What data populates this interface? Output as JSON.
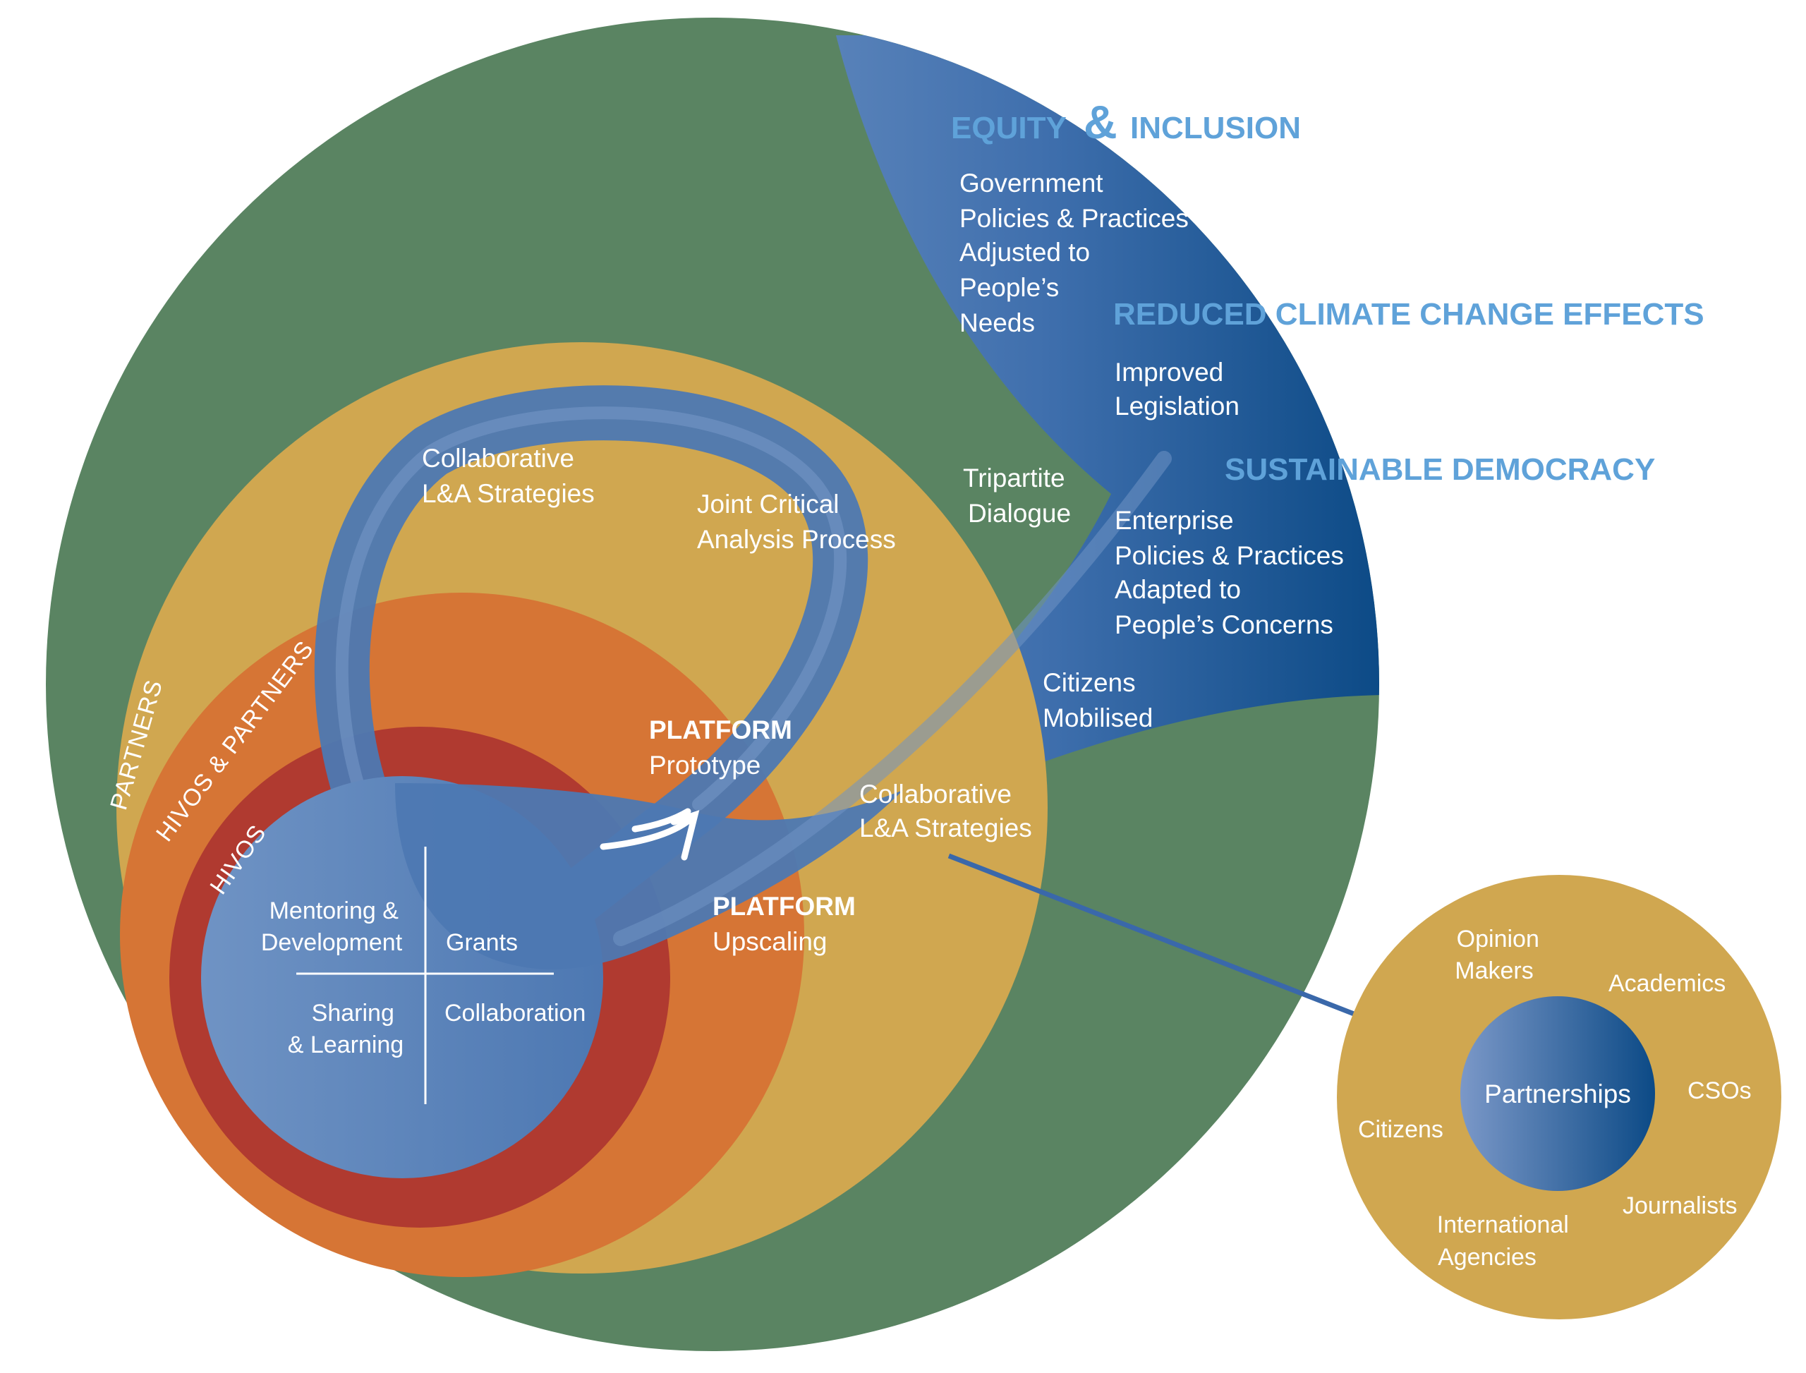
{
  "colors": {
    "green": "#5a8462",
    "blue_dark": "#0c4a86",
    "blue_mid": "#4d78b2",
    "blue_light": "#6f93c4",
    "gold": "#d0a750",
    "orange": "#d67535",
    "red": "#b03a30",
    "heading_blue": "#5fa2d9",
    "white": "#ffffff"
  },
  "headings": {
    "equity_a": "EQUITY",
    "equity_amp": "&",
    "equity_b": "INCLUSION",
    "climate": "REDUCED CLIMATE  CHANGE EFFECTS",
    "democracy": "SUSTAINABLE DEMOCRACY"
  },
  "rings": {
    "partners": "PARTNERS",
    "hivos_partners": "HIVOS & PARTNERS",
    "hivos": "HIVOS"
  },
  "outcomes": {
    "government": [
      "Government",
      "Policies & Practices",
      "Adjusted to",
      "People’s",
      "Needs"
    ],
    "legislation": [
      "Improved",
      "Legislation"
    ],
    "tripartite": [
      "Tripartite",
      "Dialogue"
    ],
    "enterprise": [
      "Enterprise",
      "Policies & Practices",
      "Adapted to",
      "People’s Concerns"
    ],
    "citizens_mobilised": [
      "Citizens",
      "Mobilised"
    ]
  },
  "process": {
    "collab_top": [
      "Collaborative",
      "L&A Strategies"
    ],
    "joint": [
      "Joint Critical",
      "Analysis Process"
    ],
    "collab_bottom": [
      "Collaborative",
      "L&A Strategies"
    ],
    "platform_prototype": {
      "title": "PLATFORM",
      "sub": "Prototype"
    },
    "platform_upscaling": {
      "title": "PLATFORM",
      "sub": "Upscaling"
    }
  },
  "core": {
    "mentoring": [
      "Mentoring &",
      "Development"
    ],
    "grants": "Grants",
    "sharing": [
      "Sharing",
      "& Learning"
    ],
    "collaboration": "Collaboration"
  },
  "partnerships": {
    "center": "Partnerships",
    "opinion": [
      "Opinion",
      "Makers"
    ],
    "academics": "Academics",
    "csos": "CSOs",
    "citizens": "Citizens",
    "journalists": "Journalists",
    "international": [
      "International",
      "Agencies"
    ]
  }
}
